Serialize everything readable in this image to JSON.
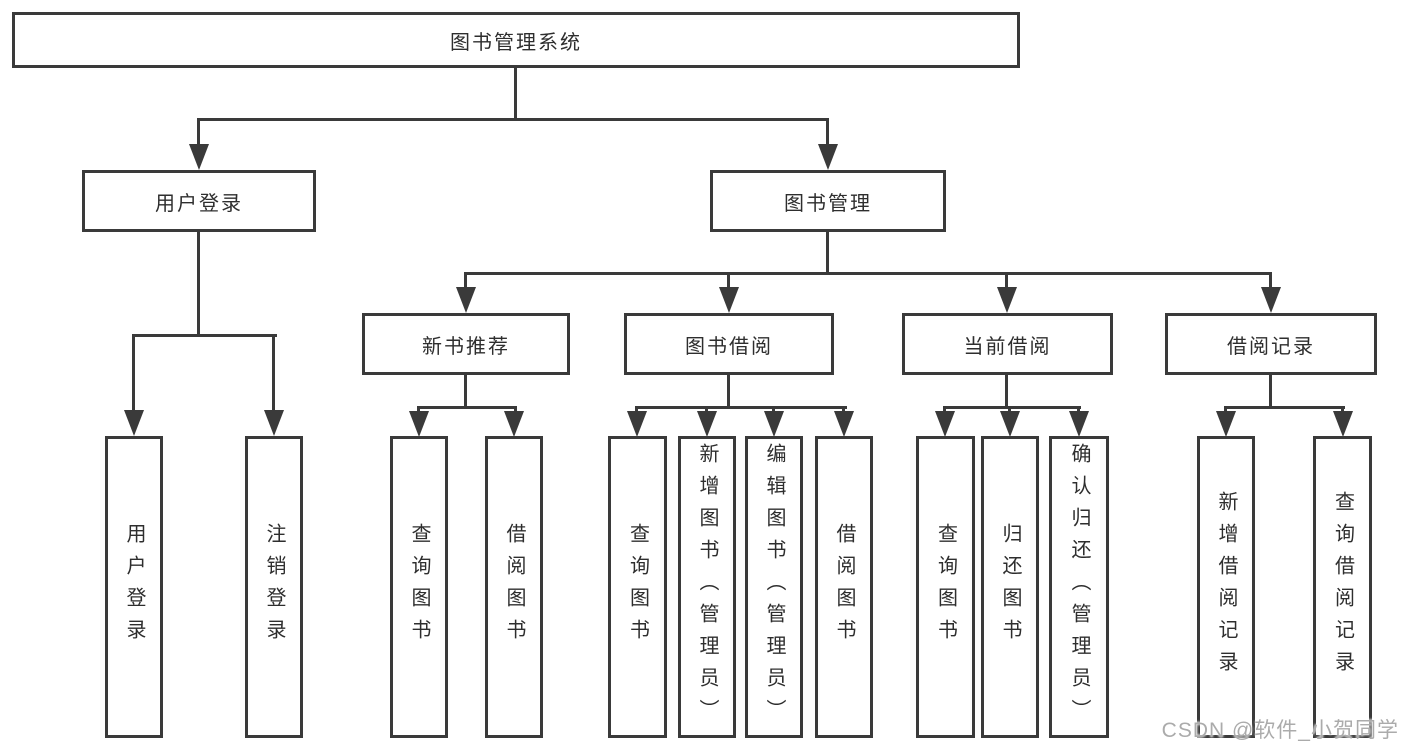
{
  "diagram": {
    "root": {
      "label": "图书管理系统"
    },
    "level2": [
      {
        "label": "用户登录"
      },
      {
        "label": "图书管理"
      }
    ],
    "level3": [
      {
        "label": "新书推荐",
        "parent": "图书管理"
      },
      {
        "label": "图书借阅",
        "parent": "图书管理"
      },
      {
        "label": "当前借阅",
        "parent": "图书管理"
      },
      {
        "label": "借阅记录",
        "parent": "图书管理"
      }
    ],
    "leaves": [
      {
        "label": "用户登录",
        "parent": "用户登录"
      },
      {
        "label": "注销登录",
        "parent": "用户登录"
      },
      {
        "label": "查询图书",
        "parent": "新书推荐"
      },
      {
        "label": "借阅图书",
        "parent": "新书推荐"
      },
      {
        "label": "查询图书",
        "parent": "图书借阅"
      },
      {
        "label": "新增图书（管理员）",
        "parent": "图书借阅"
      },
      {
        "label": "编辑图书（管理员）",
        "parent": "图书借阅"
      },
      {
        "label": "借阅图书",
        "parent": "图书借阅"
      },
      {
        "label": "查询图书",
        "parent": "当前借阅"
      },
      {
        "label": "归还图书",
        "parent": "当前借阅"
      },
      {
        "label": "确认归还（管理员）",
        "parent": "当前借阅"
      },
      {
        "label": "新增借阅记录",
        "parent": "借阅记录"
      },
      {
        "label": "查询借阅记录",
        "parent": "借阅记录"
      }
    ]
  },
  "watermark": {
    "text": "CSDN @软件_小贺同学"
  },
  "colors": {
    "line": "#3a3a3a",
    "text": "#2e2e2e",
    "watermark": "#ababab",
    "background": "#ffffff"
  }
}
